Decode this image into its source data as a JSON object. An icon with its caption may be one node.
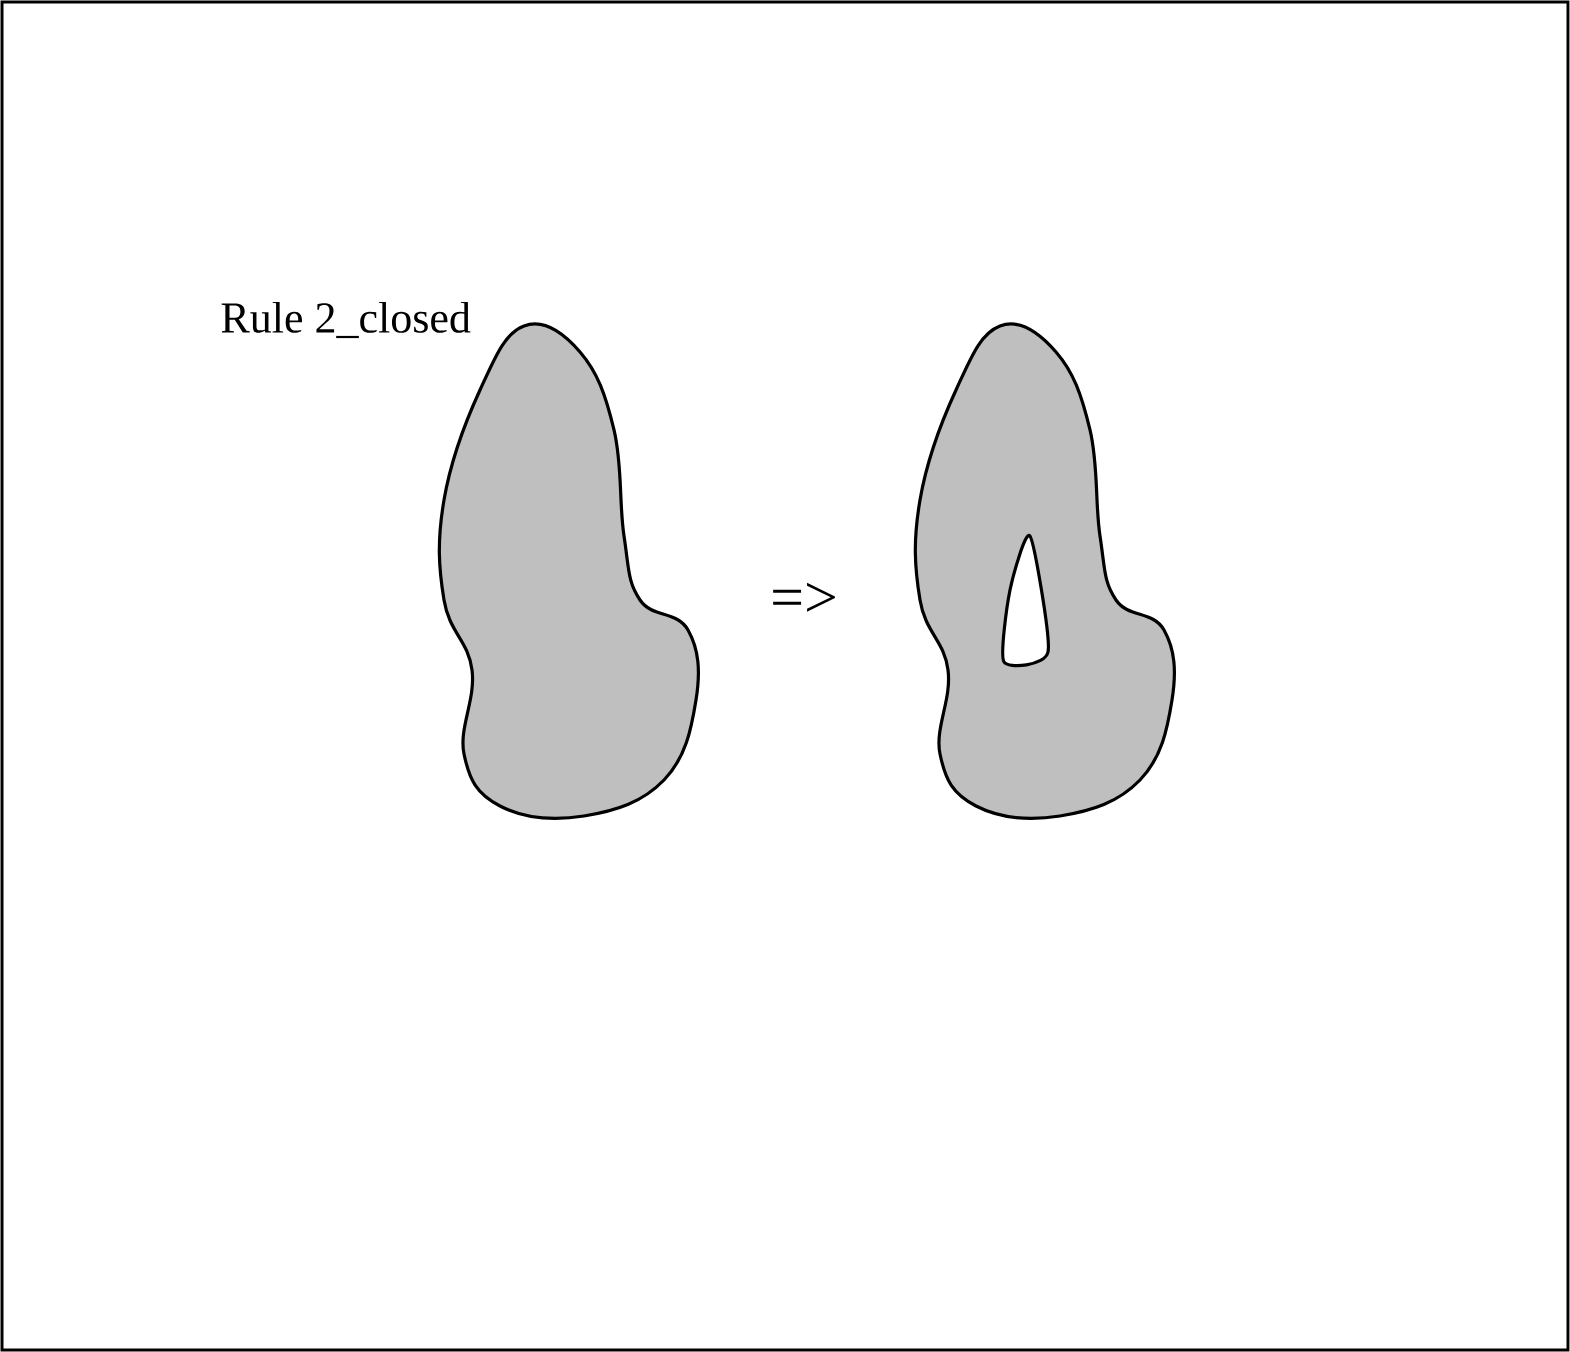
{
  "diagram": {
    "title": "Rule 2_closed",
    "nodes": [
      {
        "text": [],
        "shape": "blob"
      },
      {
        "text": [],
        "shape": "blob"
      }
    ],
    "labels": [
      "=>"
    ]
  }
}
